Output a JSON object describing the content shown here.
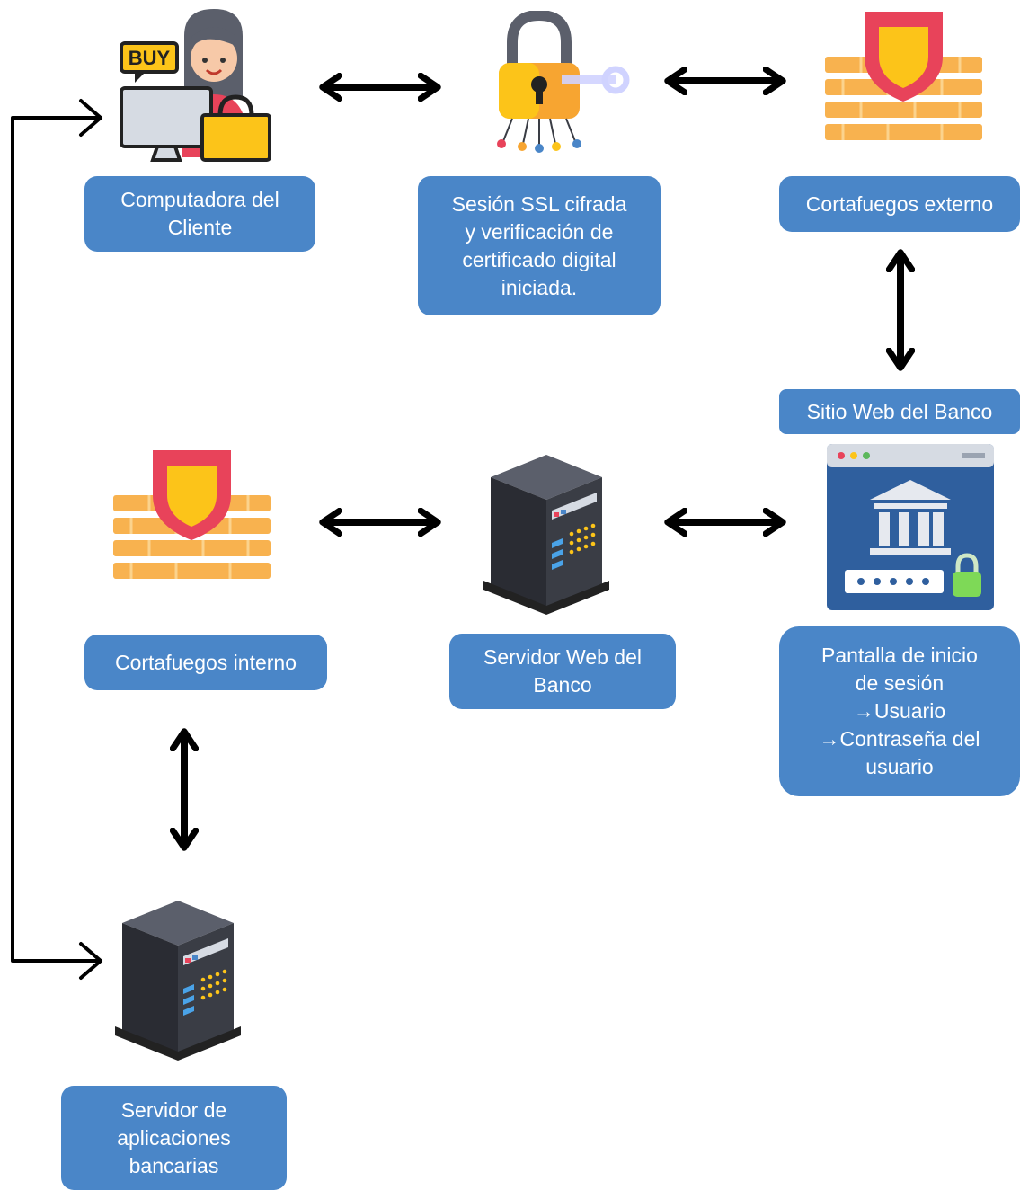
{
  "nodes": {
    "client_computer": {
      "label": "Computadora del\nCliente",
      "icon": "online-shopper-icon",
      "badge": "BUY"
    },
    "ssl_session": {
      "label": "Sesión SSL cifrada\ny verificación de\ncertificado digital\niniciada.",
      "icon": "padlock-key-icon"
    },
    "external_firewall": {
      "label": "Cortafuegos externo",
      "icon": "firewall-shield-icon"
    },
    "bank_website": {
      "label": "Sitio Web del Banco"
    },
    "login_screen": {
      "label": "Pantalla de inicio\nde sesión\n→Usuario\n→Contraseña del\nusuario",
      "icon": "bank-login-window-icon"
    },
    "bank_web_server": {
      "label": "Servidor Web del\nBanco",
      "icon": "server-icon"
    },
    "internal_firewall": {
      "label": "Cortafuegos interno",
      "icon": "firewall-shield-icon"
    },
    "app_server": {
      "label": "Servidor de\naplicaciones\nbancarias",
      "icon": "server-icon"
    }
  },
  "connections": [
    {
      "from": "client_computer",
      "to": "ssl_session",
      "style": "bidirectional"
    },
    {
      "from": "ssl_session",
      "to": "external_firewall",
      "style": "bidirectional"
    },
    {
      "from": "external_firewall",
      "to": "bank_website",
      "style": "bidirectional"
    },
    {
      "from": "login_screen",
      "to": "bank_web_server",
      "style": "bidirectional"
    },
    {
      "from": "bank_web_server",
      "to": "internal_firewall",
      "style": "bidirectional"
    },
    {
      "from": "internal_firewall",
      "to": "app_server",
      "style": "bidirectional"
    },
    {
      "from": "app_server",
      "to": "client_computer",
      "style": "elbow-bidirectional"
    }
  ],
  "colors": {
    "label_fill": "#4a86c8",
    "label_text": "#ffffff",
    "arrow": "#000000",
    "brick": "#f7a531",
    "shield_red": "#e8435a",
    "shield_yellow": "#fcc419",
    "server_body": "#3a3d45",
    "window_blue": "#2f5f9e"
  }
}
